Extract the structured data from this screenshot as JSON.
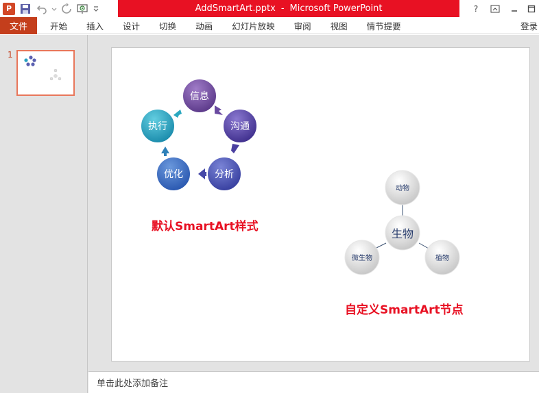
{
  "window": {
    "file_name": "AddSmartArt.pptx",
    "separator": "-",
    "app_name": "Microsoft PowerPoint"
  },
  "window_controls": {
    "help": "?"
  },
  "ribbon": {
    "file_tab": "文件",
    "tabs": [
      "开始",
      "插入",
      "设计",
      "切换",
      "动画",
      "幻灯片放映",
      "审阅",
      "视图",
      "情节提要"
    ],
    "login": "登录"
  },
  "thumbnail": {
    "slide_number": "1"
  },
  "slide": {
    "cycle": {
      "nodes": [
        "信息",
        "沟通",
        "分析",
        "优化",
        "执行"
      ],
      "colors": [
        "#7a4fa6",
        "#5a48a8",
        "#4a55b0",
        "#3a70c0",
        "#29a0c0"
      ]
    },
    "cycle_caption": "默认SmartArt样式",
    "hierarchy": {
      "center": "生物",
      "children": [
        "动物",
        "微生物",
        "植物"
      ]
    },
    "hierarchy_caption": "自定义SmartArt节点"
  },
  "notes": {
    "placeholder": "单击此处添加备注"
  },
  "colors": {
    "title_red": "#e81123",
    "file_tab": "#c43e1c",
    "caption_red": "#e81123"
  }
}
